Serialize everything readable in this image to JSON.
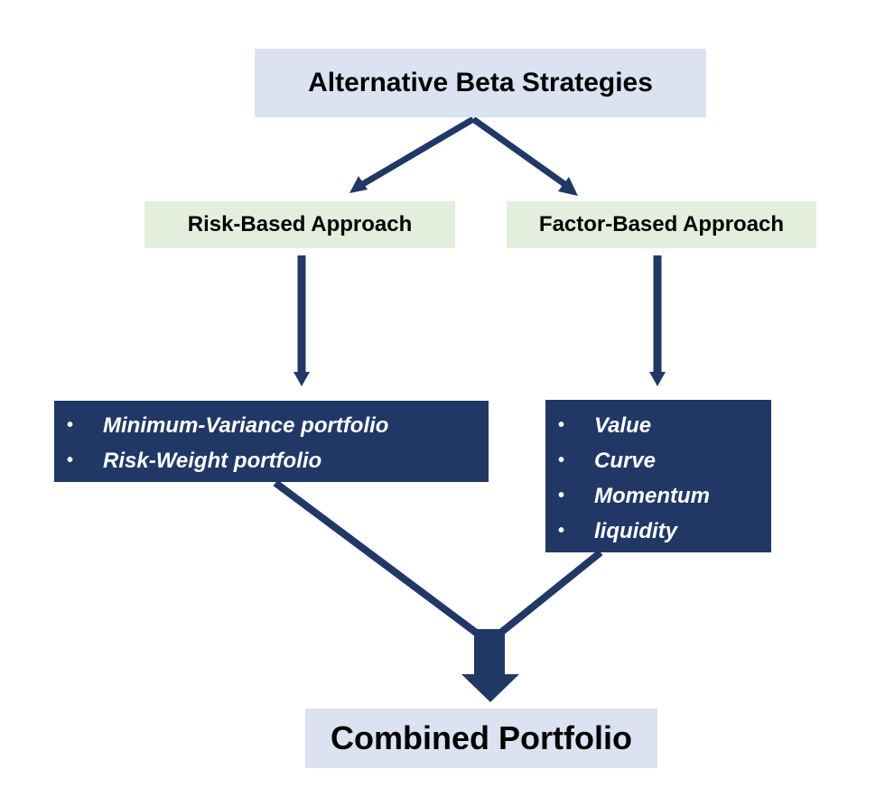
{
  "diagram": {
    "title": "Alternative Beta Strategies",
    "left_branch": {
      "label": "Risk-Based Approach",
      "items": [
        "Minimum-Variance portfolio",
        "Risk-Weight portfolio"
      ]
    },
    "right_branch": {
      "label": "Factor-Based Approach",
      "items": [
        "Value",
        "Curve",
        "Momentum",
        "liquidity"
      ]
    },
    "result": "Combined Portfolio",
    "bullet_char": "•"
  },
  "colors": {
    "title_fill": "#dbe2f1",
    "approach_fill": "#e3efdc",
    "list_fill": "#213866",
    "arrow": "#213866"
  }
}
